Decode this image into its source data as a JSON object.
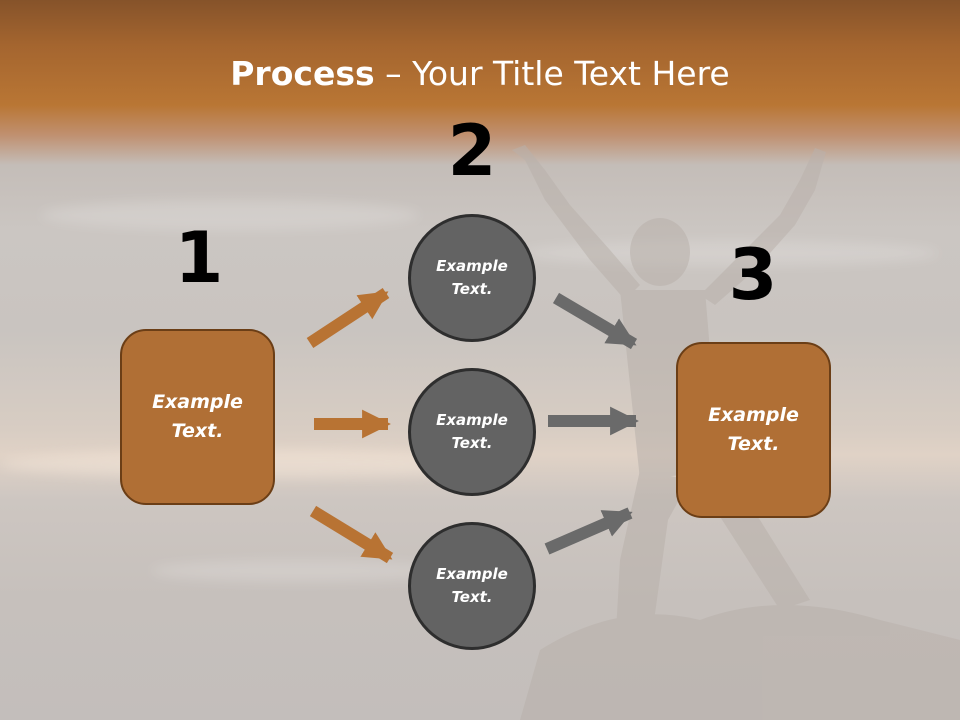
{
  "title": {
    "bold": "Process",
    "rest": " – Your Title Text Here"
  },
  "steps": [
    {
      "number": "1",
      "label": "Example Text."
    },
    {
      "number": "2",
      "circles": [
        {
          "label": "Example Text."
        },
        {
          "label": "Example Text."
        },
        {
          "label": "Example Text."
        }
      ]
    },
    {
      "number": "3",
      "label": "Example Text."
    }
  ],
  "colors": {
    "box_fill": "#b06f35",
    "box_border": "#6b3e16",
    "circle_fill": "#636363",
    "circle_border": "#2e2e2e",
    "arrow_orange": "#b87333",
    "arrow_gray": "#6a6a6a",
    "header_brown": "#b97634"
  }
}
